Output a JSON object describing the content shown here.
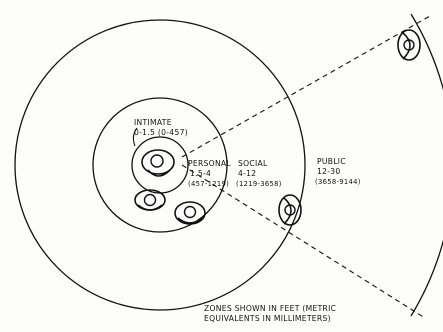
{
  "zones": [
    {
      "name": "INTIMATE",
      "feet": "0-1.5",
      "millimeters": "(0-457)"
    },
    {
      "name": "PERSONAL",
      "feet": "1.5-4",
      "millimeters": "(457-1219)"
    },
    {
      "name": "SOCIAL",
      "feet": "4-12",
      "millimeters": "(1219-3658)"
    },
    {
      "name": "PUBLIC",
      "feet": "12-30",
      "millimeters": "(3658-9144)"
    }
  ],
  "caption": {
    "line1": "ZONES SHOWN IN FEET (METRIC",
    "line2": "EQUIVALENTS IN MILLIMETERS)"
  },
  "colors": {
    "ink": "#111111",
    "paper": "#fdfdfb"
  }
}
